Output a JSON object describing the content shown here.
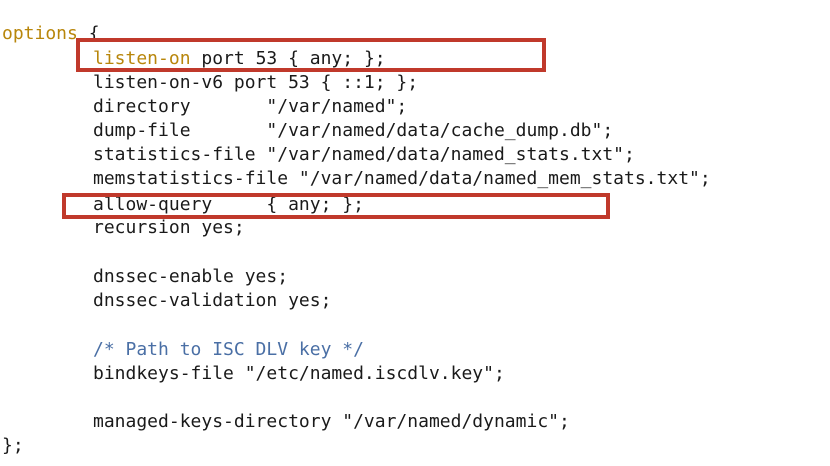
{
  "code": {
    "options_open_kw": "options",
    "options_open_rest": " {",
    "listen_on_kw": "listen-on",
    "listen_on_rest": " port 53 { any; };",
    "listen_on_v6": "listen-on-v6 port 53 { ::1; };",
    "directory": "directory       \"/var/named\";",
    "dump_file": "dump-file       \"/var/named/data/cache_dump.db\";",
    "statistics_file": "statistics-file \"/var/named/data/named_stats.txt\";",
    "memstatistics_file": "memstatistics-file \"/var/named/data/named_mem_stats.txt\";",
    "allow_query": "allow-query     { any; };",
    "recursion": "recursion yes;",
    "dnssec_enable": "dnssec-enable yes;",
    "dnssec_validation": "dnssec-validation yes;",
    "comment": "/* Path to ISC DLV key */",
    "bindkeys_file": "bindkeys-file \"/etc/named.iscdlv.key\";",
    "managed_keys_directory": "managed-keys-directory \"/var/named/dynamic\";",
    "options_close": "};"
  },
  "colors": {
    "keyword": "#b8860b",
    "comment": "#4a6fa5",
    "text": "#1a1a1a",
    "highlight": "#c0392b"
  }
}
